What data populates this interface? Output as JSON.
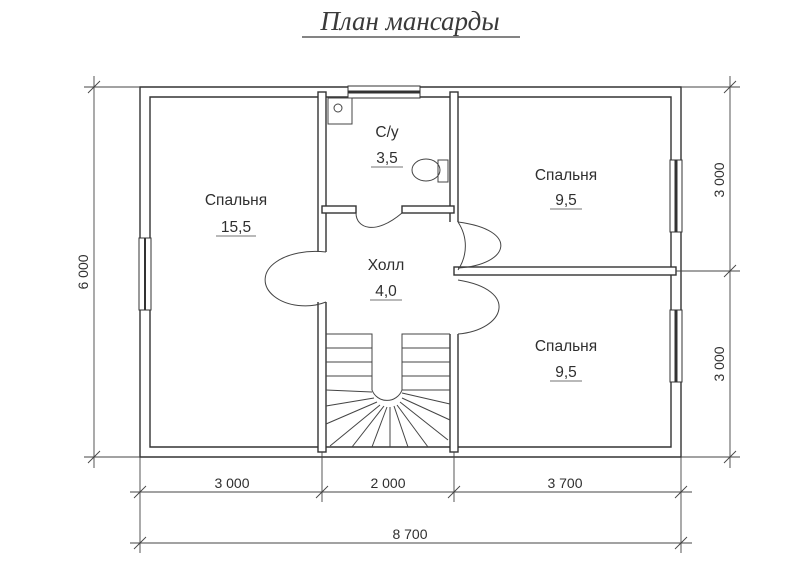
{
  "title": "План мансарды",
  "rooms": [
    {
      "name": "Спальня",
      "area": "15,5"
    },
    {
      "name": "С/у",
      "area": "3,5"
    },
    {
      "name": "Спальня",
      "area": "9,5"
    },
    {
      "name": "Холл",
      "area": "4,0"
    },
    {
      "name": "Спальня",
      "area": "9,5"
    }
  ],
  "dimensions": {
    "bottom_segments": [
      "3 000",
      "2 000",
      "3 700"
    ],
    "bottom_total": "8 700",
    "left_total": "6 000",
    "right_segments": [
      "3 000",
      "3 000"
    ]
  }
}
